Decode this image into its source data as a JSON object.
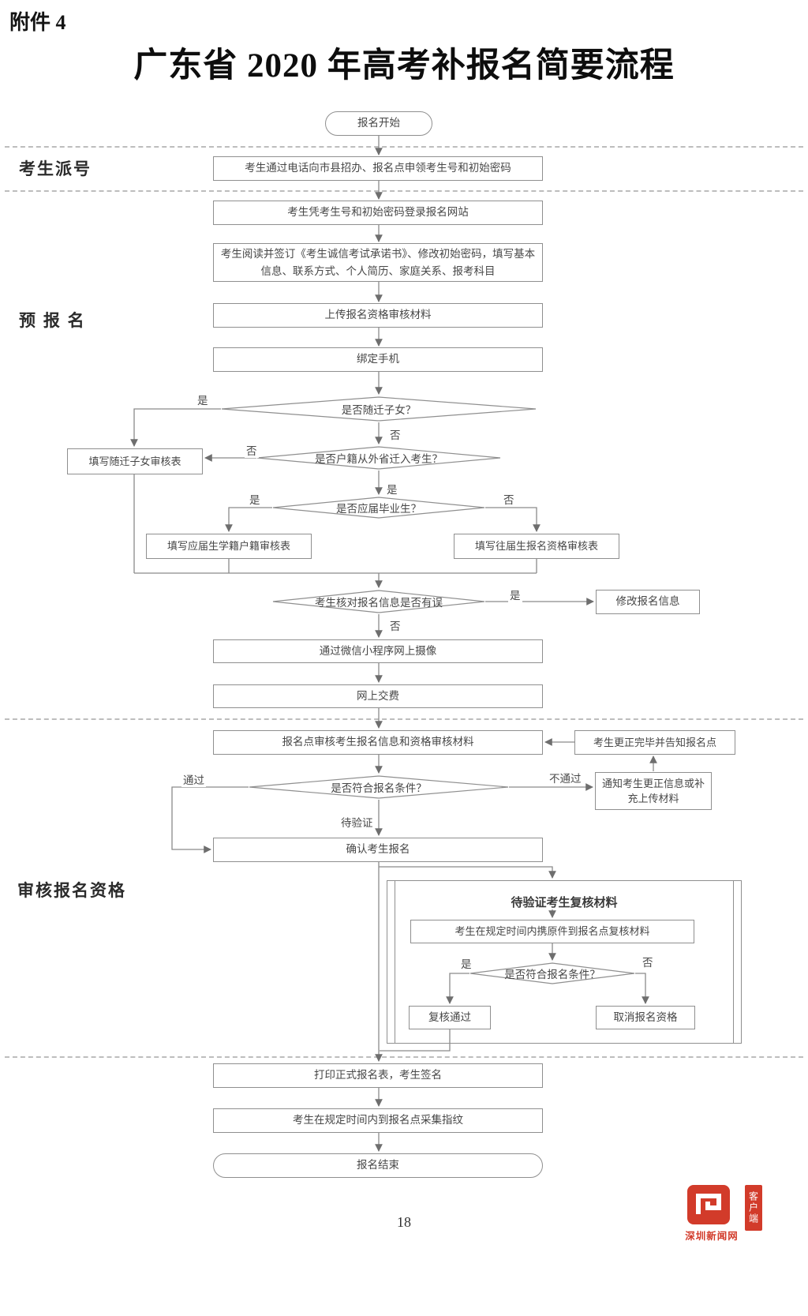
{
  "page": {
    "attachment": "附件 4",
    "title": "广东省 2020 年高考补报名简要流程",
    "page_number": "18"
  },
  "sections": {
    "dispatch": "考生派号",
    "pre_register": "预 报 名",
    "review": "审核报名资格"
  },
  "nodes": {
    "start": "报名开始",
    "apply_number": "考生通过电话向市县招办、报名点申领考生号和初始密码",
    "login": "考生凭考生号和初始密码登录报名网站",
    "read_sign": "考生阅读并签订《考生诚信考试承诺书》、修改初始密码，填写基本信息、联系方式、个人简历、家庭关系、报考科目",
    "upload": "上传报名资格审核材料",
    "bind_phone": "绑定手机",
    "d_migrant": "是否随迁子女？",
    "migrant_form": "填写随迁子女审核表",
    "d_household": "是否户籍从外省迁入考生？",
    "d_fresh": "是否应届毕业生？",
    "fresh_form": "填写应届生学籍户籍审核表",
    "former_form": "填写往届生报名资格审核表",
    "d_check_info": "考生核对报名信息是否有误",
    "modify_info": "修改报名信息",
    "photo": "通过微信小程序网上摄像",
    "pay": "网上交费",
    "site_review": "报名点审核考生报名信息和资格审核材料",
    "correct_done": "考生更正完毕并告知报名点",
    "d_qualify": "是否符合报名条件？",
    "notify_correct": "通知考生更正信息或补充上传材料",
    "confirm": "确认考生报名",
    "recheck_title": "待验证考生复核材料",
    "recheck_bring": "考生在规定时间内携原件到报名点复核材料",
    "d_recheck": "是否符合报名条件？",
    "recheck_pass": "复核通过",
    "cancel": "取消报名资格",
    "print_sign": "打印正式报名表，考生签名",
    "fingerprint": "考生在规定时间内到报名点采集指纹",
    "end": "报名结束"
  },
  "labels": {
    "yes": "是",
    "no": "否",
    "pass": "通过",
    "fail": "不通过",
    "pending": "待验证"
  },
  "colors": {
    "line": "#8a8a8a",
    "brand_red": "#d23b2a"
  },
  "footer": {
    "brand": "深圳新闻网",
    "client": "客户端"
  }
}
